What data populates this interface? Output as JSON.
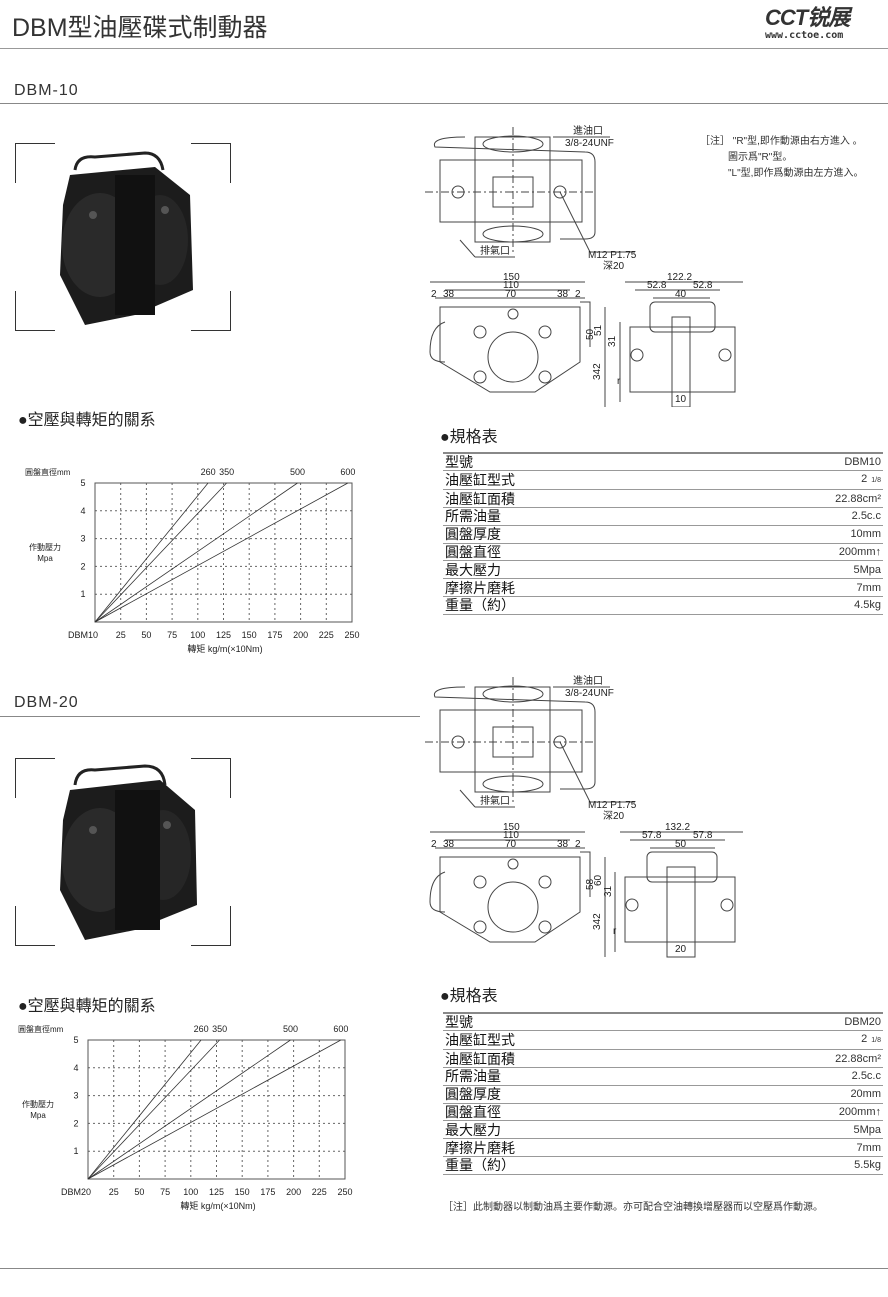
{
  "header": {
    "title": "DBM型油壓碟式制動器",
    "logo_brand": "CCT锐展",
    "logo_url": "www.cctoe.com"
  },
  "sections": [
    {
      "model": "DBM-10",
      "chart_title": "●空壓與轉矩的關系",
      "spec_title": "●規格表",
      "drawing": {
        "inlet": "進油口",
        "thread": "3/8-24UNF",
        "exhaust": "排氣口",
        "bolt": "M12 P1.75",
        "depth": "深20",
        "w150": "150",
        "w110": "110",
        "w70": "70",
        "d2a": "2",
        "d38a": "38",
        "d38b": "38",
        "d2b": "2",
        "side_w": "122.2",
        "side_a": "52.8",
        "side_b": "52.8",
        "side_c": "40",
        "h31": "31",
        "h342": "342",
        "h50": "50",
        "h51": "51",
        "disc": "10",
        "r": "r"
      },
      "spec": [
        {
          "label": "型號",
          "value": "DBM10"
        },
        {
          "label": "油壓缸型式",
          "value": "2",
          "sub": "1/8"
        },
        {
          "label": "油壓缸面積",
          "value": "22.88cm²"
        },
        {
          "label": "所需油量",
          "value": "2.5c.c"
        },
        {
          "label": "圓盤厚度",
          "value": "10mm"
        },
        {
          "label": "圓盤直徑",
          "value": "200mm↑"
        },
        {
          "label": "最大壓力",
          "value": "5Mpa"
        },
        {
          "label": "摩擦片磨耗",
          "value": "7mm"
        },
        {
          "label": "重量（約）",
          "value": "4.5kg"
        }
      ]
    },
    {
      "model": "DBM-20",
      "chart_title": "●空壓與轉矩的關系",
      "spec_title": "●規格表",
      "drawing": {
        "inlet": "進油口",
        "thread": "3/8-24UNF",
        "exhaust": "排氣口",
        "bolt": "M12 P1.75",
        "depth": "深20",
        "w150": "150",
        "w110": "110",
        "w70": "70",
        "d2a": "2",
        "d38a": "38",
        "d38b": "38",
        "d2b": "2",
        "side_w": "132.2",
        "side_a": "57.8",
        "side_b": "57.8",
        "side_c": "50",
        "h31": "31",
        "h342": "342",
        "h50": "58",
        "h51": "60",
        "disc": "20",
        "r": "r"
      },
      "spec": [
        {
          "label": "型號",
          "value": "DBM20"
        },
        {
          "label": "油壓缸型式",
          "value": "2",
          "sub": "1/8"
        },
        {
          "label": "油壓缸面積",
          "value": "22.88cm²"
        },
        {
          "label": "所需油量",
          "value": "2.5c.c"
        },
        {
          "label": "圓盤厚度",
          "value": "20mm"
        },
        {
          "label": "圓盤直徑",
          "value": "200mm↑"
        },
        {
          "label": "最大壓力",
          "value": "5Mpa"
        },
        {
          "label": "摩擦片磨耗",
          "value": "7mm"
        },
        {
          "label": "重量（約）",
          "value": "5.5kg"
        }
      ]
    }
  ],
  "note_r": [
    "［注］",
    "\"R\"型,即作動源由右方進入 。",
    "圖示爲\"R\"型。",
    "\"L\"型,即作爲動源由左方進入。"
  ],
  "footnote": "［注］此制動器以制動油爲主要作動源。亦可配合空油轉換增壓器而以空壓爲作動源。",
  "chart_data": [
    {
      "type": "line",
      "title": "",
      "xlabel": "轉矩 kg/m(×10Nm)",
      "ylabel": "作動壓力",
      "ylabel_unit": "Mpa",
      "top_label": "圓盤直徑mm",
      "origin_label": "DBM10",
      "xlim": [
        0,
        250
      ],
      "ylim": [
        0,
        5
      ],
      "grid": true,
      "xticks": [
        "25",
        "50",
        "75",
        "100",
        "125",
        "150",
        "175",
        "200",
        "225",
        "250"
      ],
      "yticks": [
        "1",
        "2",
        "3",
        "4",
        "5"
      ],
      "series": [
        {
          "name": "260",
          "x": [
            0,
            110
          ],
          "y": [
            0,
            5
          ]
        },
        {
          "name": "350",
          "x": [
            0,
            128
          ],
          "y": [
            0,
            5
          ]
        },
        {
          "name": "500",
          "x": [
            0,
            197
          ],
          "y": [
            0,
            5
          ]
        },
        {
          "name": "600",
          "x": [
            0,
            246
          ],
          "y": [
            0,
            5
          ]
        }
      ]
    },
    {
      "type": "line",
      "title": "",
      "xlabel": "轉矩 kg/m(×10Nm)",
      "ylabel": "作動壓力",
      "ylabel_unit": "Mpa",
      "top_label": "圓盤直徑mm",
      "origin_label": "DBM20",
      "xlim": [
        0,
        250
      ],
      "ylim": [
        0,
        5
      ],
      "grid": true,
      "xticks": [
        "25",
        "50",
        "75",
        "100",
        "125",
        "150",
        "175",
        "200",
        "225",
        "250"
      ],
      "yticks": [
        "1",
        "2",
        "3",
        "4",
        "5"
      ],
      "series": [
        {
          "name": "260",
          "x": [
            0,
            110
          ],
          "y": [
            0,
            5
          ]
        },
        {
          "name": "350",
          "x": [
            0,
            128
          ],
          "y": [
            0,
            5
          ]
        },
        {
          "name": "500",
          "x": [
            0,
            197
          ],
          "y": [
            0,
            5
          ]
        },
        {
          "name": "600",
          "x": [
            0,
            246
          ],
          "y": [
            0,
            5
          ]
        }
      ]
    }
  ]
}
